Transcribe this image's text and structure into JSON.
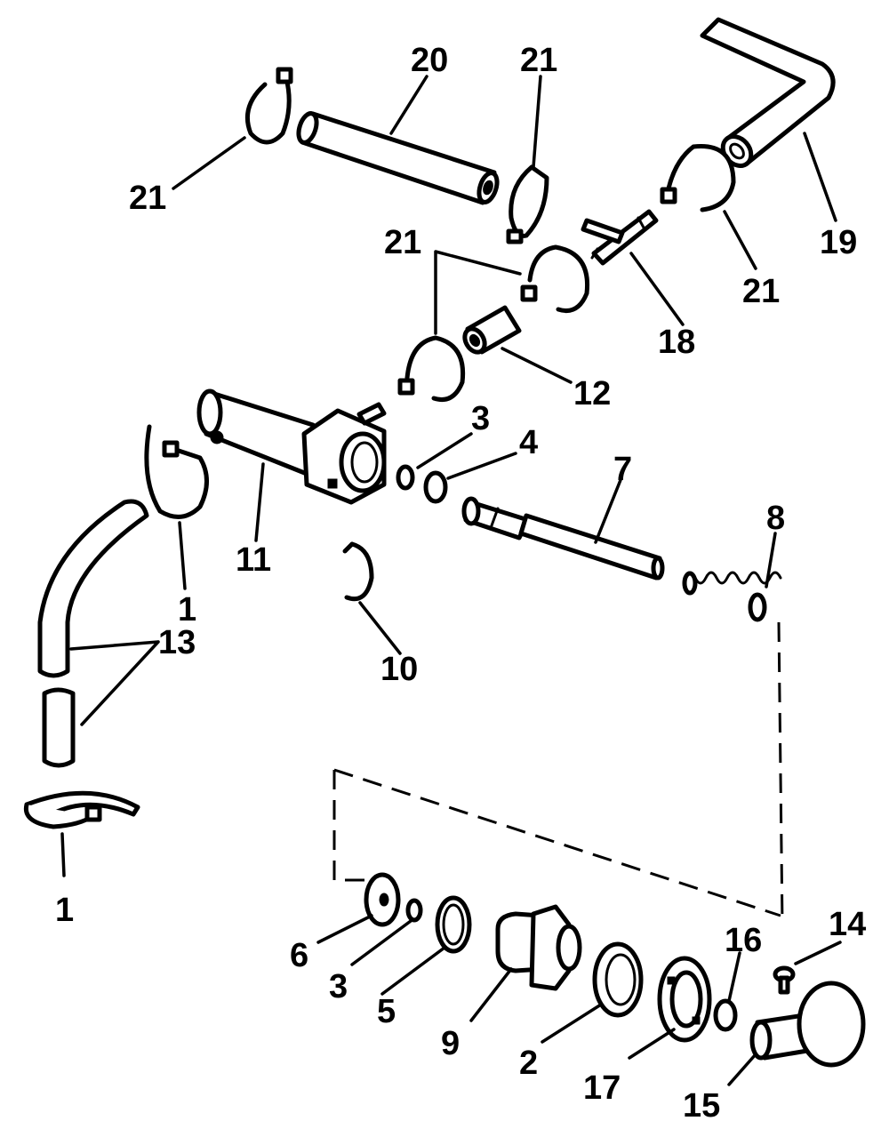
{
  "callouts": [
    {
      "id": "c21a",
      "text": "21"
    },
    {
      "id": "c20",
      "text": "20"
    },
    {
      "id": "c21b",
      "text": "21"
    },
    {
      "id": "c19",
      "text": "19"
    },
    {
      "id": "c21c",
      "text": "21"
    },
    {
      "id": "c21d",
      "text": "21"
    },
    {
      "id": "c18",
      "text": "18"
    },
    {
      "id": "c12",
      "text": "12"
    },
    {
      "id": "c3a",
      "text": "3"
    },
    {
      "id": "c4",
      "text": "4"
    },
    {
      "id": "c7",
      "text": "7"
    },
    {
      "id": "c8",
      "text": "8"
    },
    {
      "id": "c11",
      "text": "11"
    },
    {
      "id": "c1a",
      "text": "1"
    },
    {
      "id": "c13",
      "text": "13"
    },
    {
      "id": "c10",
      "text": "10"
    },
    {
      "id": "c1b",
      "text": "1"
    },
    {
      "id": "c6",
      "text": "6"
    },
    {
      "id": "c3b",
      "text": "3"
    },
    {
      "id": "c5",
      "text": "5"
    },
    {
      "id": "c9",
      "text": "9"
    },
    {
      "id": "c2",
      "text": "2"
    },
    {
      "id": "c17",
      "text": "17"
    },
    {
      "id": "c16",
      "text": "16"
    },
    {
      "id": "c14",
      "text": "14"
    },
    {
      "id": "c15",
      "text": "15"
    }
  ]
}
